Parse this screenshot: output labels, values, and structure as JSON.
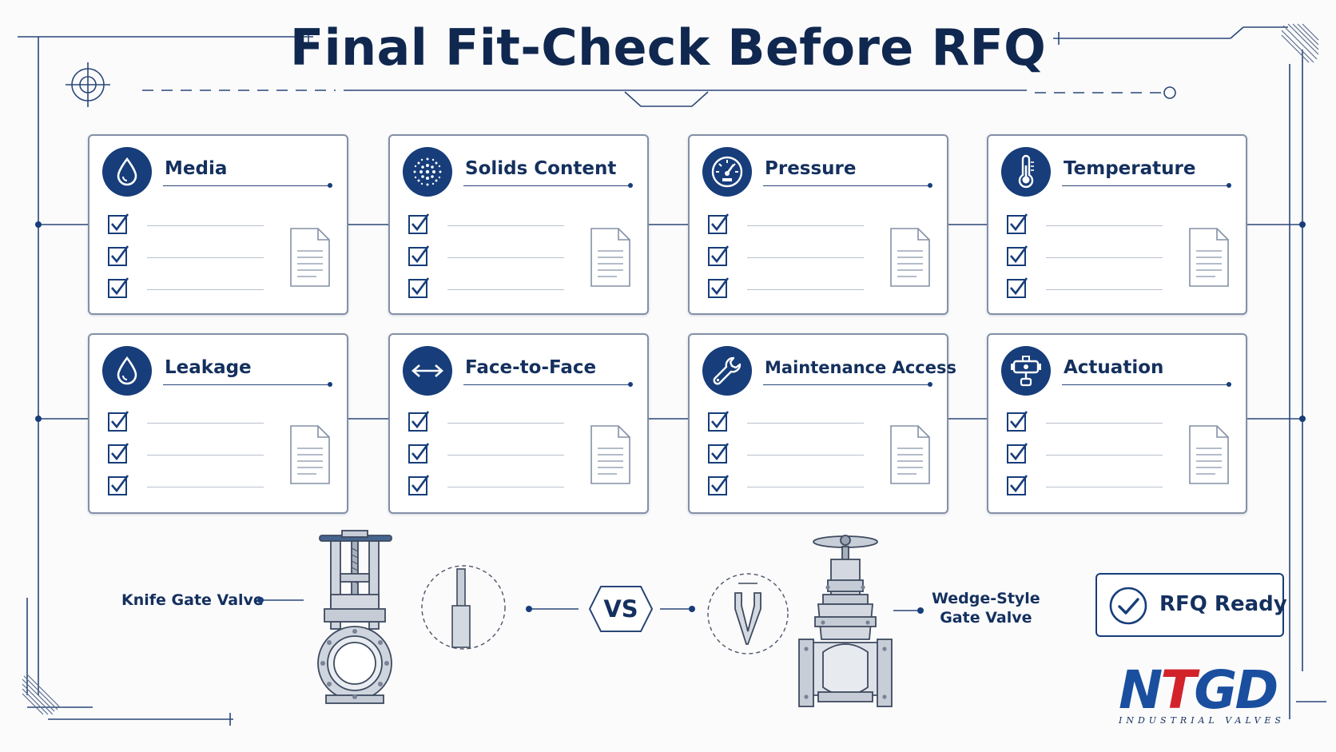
{
  "title": "Final Fit-Check Before RFQ",
  "cards": [
    {
      "label": "Media",
      "icon": "droplet-icon"
    },
    {
      "label": "Solids Content",
      "icon": "particles-icon"
    },
    {
      "label": "Pressure",
      "icon": "gauge-icon"
    },
    {
      "label": "Temperature",
      "icon": "thermometer-icon"
    },
    {
      "label": "Leakage",
      "icon": "droplet-icon"
    },
    {
      "label": "Face-to-Face",
      "icon": "double-arrow-icon"
    },
    {
      "label": "Maintenance Access",
      "icon": "wrench-icon"
    },
    {
      "label": "Actuation",
      "icon": "actuator-icon"
    }
  ],
  "comparison": {
    "left_label": "Knife Gate Valve",
    "vs": "VS",
    "right_label_line1": "Wedge-Style",
    "right_label_line2": "Gate Valve"
  },
  "badge": {
    "label": "RFQ Ready",
    "icon": "check-circle-icon"
  },
  "logo": {
    "brand_n": "N",
    "brand_t": "T",
    "brand_rest": "GD",
    "tagline": "INDUSTRIAL VALVES"
  },
  "colors": {
    "navy": "#173d7a",
    "ink": "#14305e",
    "brand_blue": "#1a4f9f",
    "brand_red": "#d2232a"
  }
}
